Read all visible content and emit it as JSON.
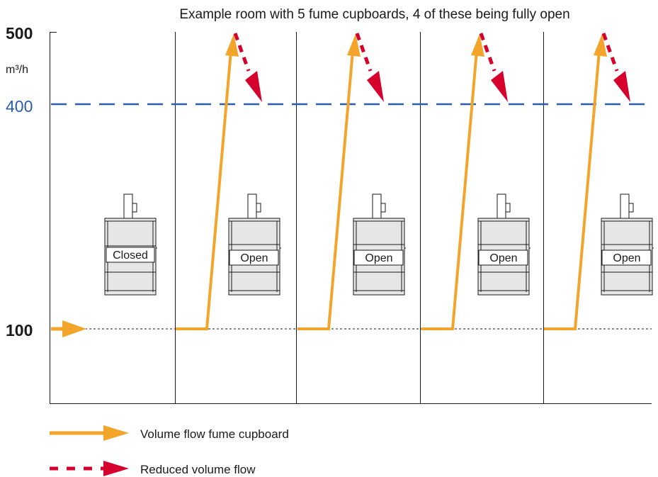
{
  "title": "Example room with 5 fume cupboards, 4 of these being fully open",
  "axis": {
    "label_500": "500",
    "unit": "m³/h",
    "label_400": "400",
    "label_100": "100"
  },
  "cupboards": [
    {
      "state": "Closed"
    },
    {
      "state": "Open"
    },
    {
      "state": "Open"
    },
    {
      "state": "Open"
    },
    {
      "state": "Open"
    }
  ],
  "legend": {
    "volume_flow": "Volume flow fume cupboard",
    "reduced_flow": "Reduced volume flow"
  },
  "colors": {
    "orange": "#f3a52b",
    "red": "#d6002d",
    "blue": "#2a5ea8",
    "grid": "#1a1a1a",
    "cupboard_fill": "#e6e6e6"
  }
}
